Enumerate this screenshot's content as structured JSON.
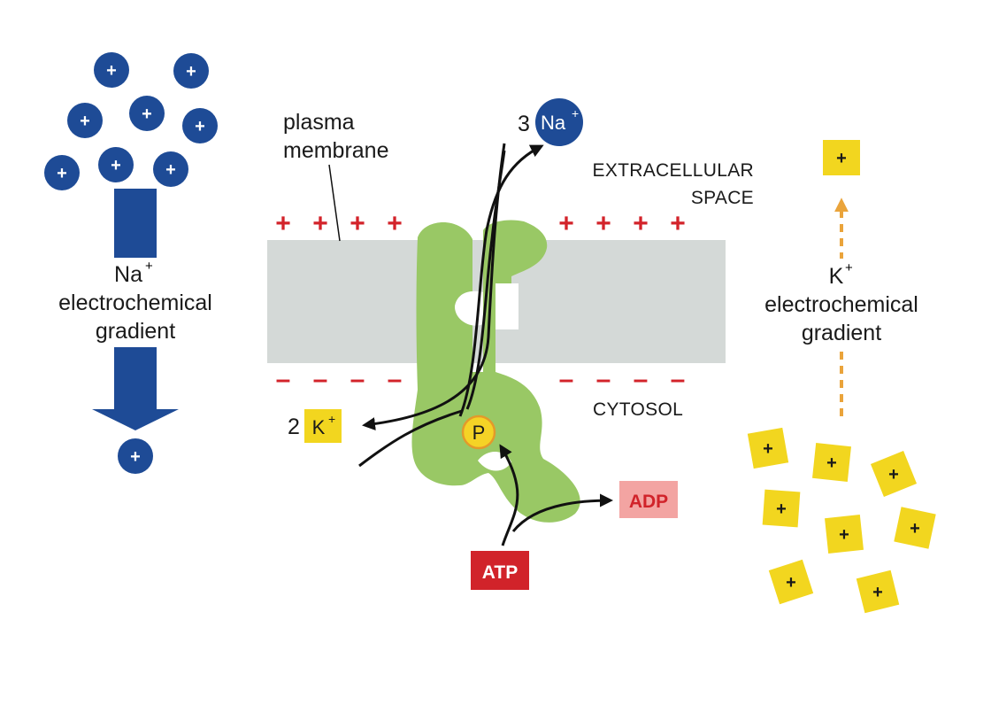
{
  "colors": {
    "sodium": "#1e4b96",
    "potassium": "#f2d61f",
    "pump": "#99c865",
    "membrane": "#d4d9d7",
    "charge": "#d3232a",
    "atp": "#d1232a",
    "adp_bg": "#f3a4a2",
    "adp_text": "#d1232a",
    "arrow": "#111111",
    "k_arrow": "#eaa43b"
  },
  "labels": {
    "membrane_line1": "plasma",
    "membrane_line2": "membrane",
    "extracellular_line1": "EXTRACELLULAR",
    "extracellular_line2": "SPACE",
    "cytosol": "CYTOSOL",
    "na_count": "3",
    "na_symbol": "Na",
    "na_charge": "+",
    "k_count": "2",
    "k_symbol": "K",
    "k_charge": "+",
    "phosphate": "P",
    "atp": "ATP",
    "adp": "ADP"
  },
  "na_gradient": {
    "ion_line1": "Na",
    "ion_sup": "+",
    "line2": "electrochemical",
    "line3": "gradient"
  },
  "k_gradient": {
    "ion_line1": "K",
    "ion_sup": "+",
    "line2": "electrochemical",
    "line3": "gradient"
  },
  "ion_sign": "+",
  "membrane_charges": {
    "outside": "+",
    "inside": "–"
  }
}
